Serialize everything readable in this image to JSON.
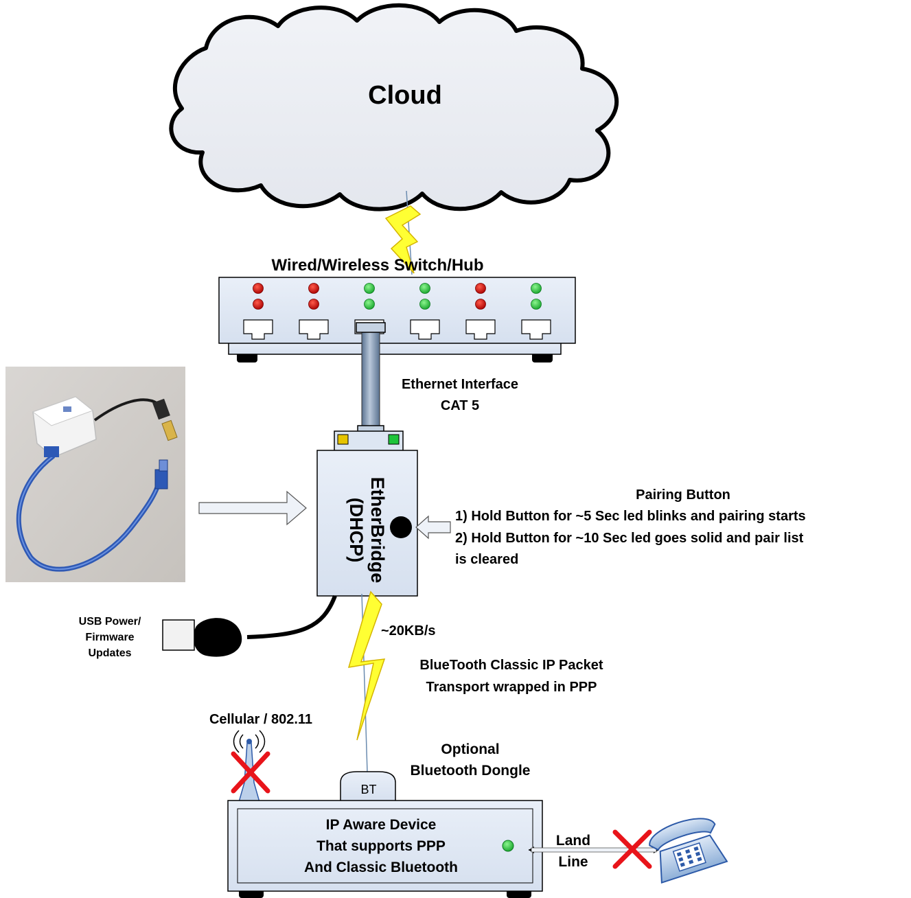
{
  "cloud": {
    "label": "Cloud"
  },
  "switch": {
    "label": "Wired/Wireless Switch/Hub",
    "led_colors": {
      "red": "#cc0000",
      "green": "#22c33a"
    },
    "ports": [
      {
        "top": "red",
        "bottom": "red"
      },
      {
        "top": "red",
        "bottom": "red"
      },
      {
        "top": "green",
        "bottom": "green"
      },
      {
        "top": "green",
        "bottom": "green"
      },
      {
        "top": "red",
        "bottom": "red"
      },
      {
        "top": "green",
        "bottom": "green"
      }
    ]
  },
  "ethernet": {
    "line1": "Ethernet Interface",
    "line2": "CAT 5"
  },
  "etherbridge": {
    "line1": "EtherBridge",
    "line2": "(DHCP)",
    "fill": "#dde6f2"
  },
  "pairing": {
    "title": "Pairing Button",
    "steps": [
      "1) Hold Button for ~5 Sec led blinks and pairing starts",
      "2) Hold Button for ~10 Sec led goes solid and pair list",
      "is cleared"
    ]
  },
  "usb": {
    "lines": [
      "USB Power/",
      "Firmware",
      "Updates"
    ]
  },
  "link": {
    "speed": "~20KB/s",
    "line1": "BlueTooth Classic IP Packet",
    "line2": "Transport wrapped in PPP",
    "bolt_color": "#ffff00"
  },
  "cellular": {
    "label": "Cellular / 802.11"
  },
  "dongle": {
    "tag": "BT",
    "line1": "Optional",
    "line2": "Bluetooth Dongle"
  },
  "device": {
    "lines": [
      "IP Aware Device",
      "That supports PPP",
      "And Classic Bluetooth"
    ]
  },
  "landline": {
    "line1": "Land",
    "line2": "Line"
  },
  "colors": {
    "box_fill": "#dde6f2",
    "stroke": "#000000",
    "cross": "#e8141a"
  }
}
